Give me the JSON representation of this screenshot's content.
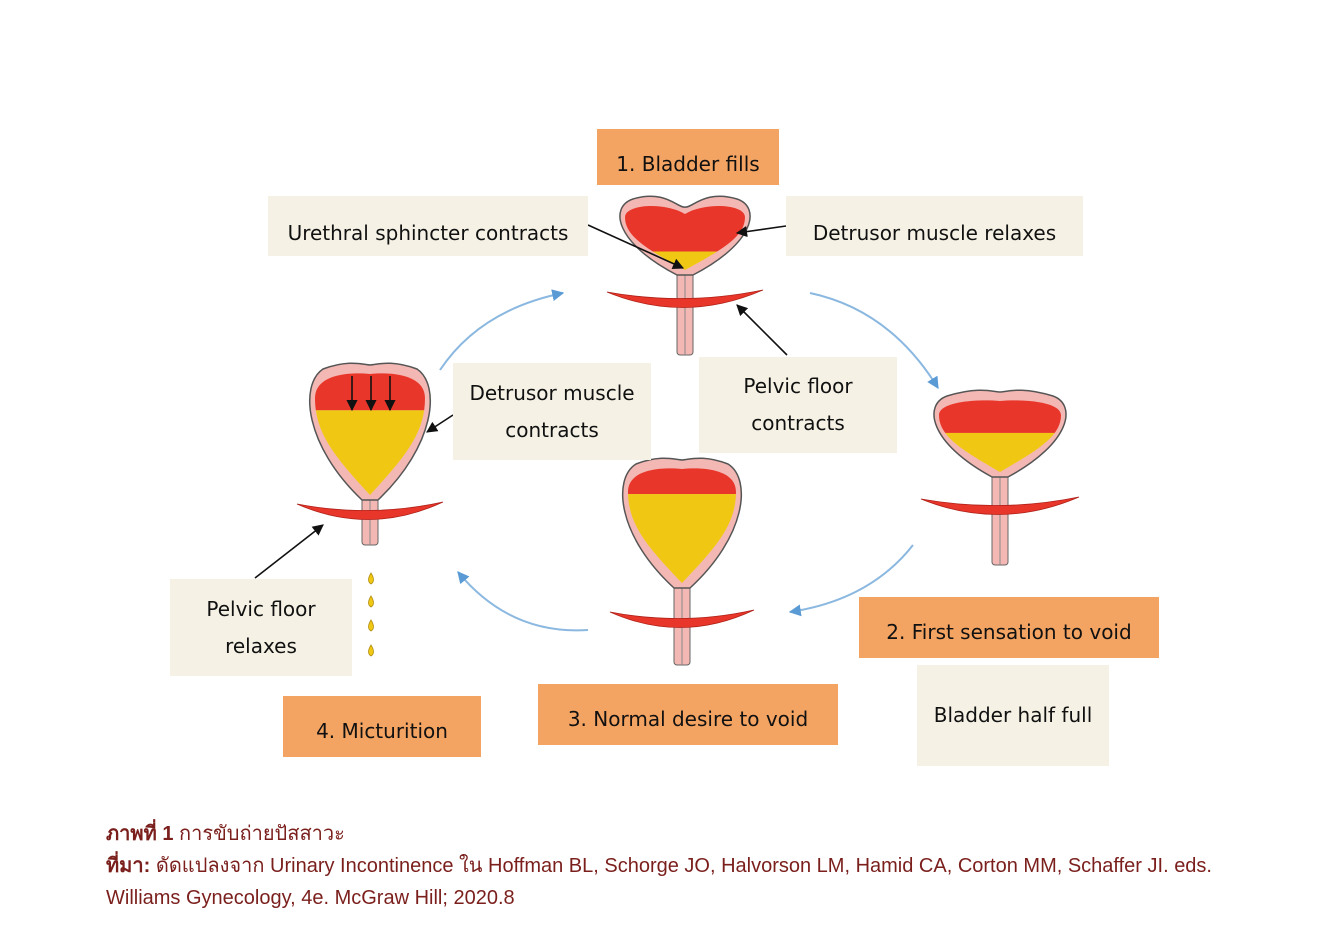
{
  "stages": {
    "fills": "1. Bladder fills",
    "first_sensation": "2. First sensation to void",
    "normal_desire": "3. Normal desire to void",
    "micturition": "4. Micturition"
  },
  "labels": {
    "urethral_sphincter_contracts": "Urethral sphincter contracts",
    "detrusor_relaxes": "Detrusor muscle relaxes",
    "detrusor_contracts_1": "Detrusor muscle",
    "detrusor_contracts_2": "contracts",
    "pelvic_floor_contracts_1": "Pelvic floor",
    "pelvic_floor_contracts_2": "contracts",
    "bladder_half_full": "Bladder half full",
    "pelvic_floor_relaxes_1": "Pelvic floor",
    "pelvic_floor_relaxes_2": "relaxes"
  },
  "caption": {
    "figure_label": "ภาพที่ 1",
    "figure_title": "การขับถ่ายปัสสาวะ",
    "source_label": "ที่มา:",
    "source_text": "ดัดแปลงจาก Urinary Incontinence ใน Hoffman BL, Schorge JO, Halvorson LM, Hamid CA, Corton MM, Schaffer JI. eds. Williams Gynecology, 4e. McGraw Hill; 2020.8"
  },
  "colors": {
    "stage_box": "#f4a462",
    "label_box": "#f5f2e5",
    "muscle_red": "#e8372a",
    "urine_yellow": "#f0c814",
    "tissue_pink": "#f4b8b4",
    "cycle_arrow": "#6fa8dc",
    "caption_text": "#7a1f1c"
  }
}
